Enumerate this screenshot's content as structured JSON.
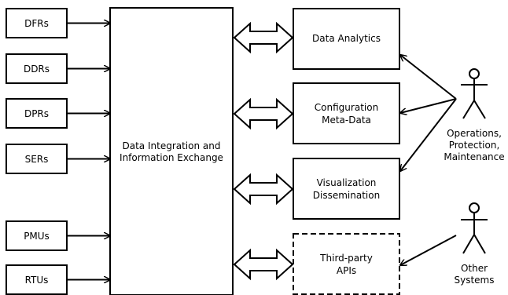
{
  "sources": [
    {
      "label": "DFRs"
    },
    {
      "label": "DDRs"
    },
    {
      "label": "DPRs"
    },
    {
      "label": "SERs"
    },
    {
      "label": "PMUs"
    },
    {
      "label": "RTUs"
    }
  ],
  "center": {
    "lines": [
      "Data Integration and",
      "Information Exchange"
    ]
  },
  "services": [
    {
      "lines": [
        "Data Analytics"
      ],
      "dashed": false
    },
    {
      "lines": [
        "Configuration",
        "Meta-Data"
      ],
      "dashed": false
    },
    {
      "lines": [
        "Visualization",
        "Dissemination"
      ],
      "dashed": false
    },
    {
      "lines": [
        "Third-party",
        "APIs"
      ],
      "dashed": true
    }
  ],
  "actors": [
    {
      "lines": [
        "Operations,",
        "Protection,",
        "Maintenance"
      ]
    },
    {
      "lines": [
        "Other",
        "Systems"
      ]
    }
  ]
}
